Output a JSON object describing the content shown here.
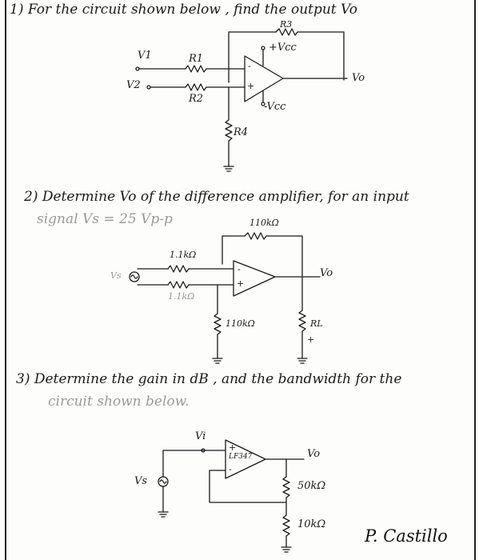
{
  "question1": {
    "heading": "1) For the circuit shown below , find the output Vo",
    "labels": {
      "r3": "R3",
      "vcc_pos": "+Vcc",
      "v1": "V1",
      "r1": "R1",
      "v2": "V2",
      "r2": "R2",
      "inv": "-",
      "noninv": "+",
      "vo": "Vo",
      "vcc_neg": "-Vcc",
      "r4": "R4"
    }
  },
  "question2": {
    "heading": "2) Determine Vo of the difference amplifier, for an input",
    "heading_line2": "signal Vs = 25 Vp-p",
    "labels": {
      "r_feedback": "110kΩ",
      "r_top": "1.1kΩ",
      "r_bottom": "1.1kΩ",
      "vs": "Vs",
      "inv": "-",
      "noninv": "+",
      "vo": "Vo",
      "r_ground": "110kΩ",
      "rl": "RL",
      "rl_plus": "+"
    }
  },
  "question3": {
    "heading": "3) Determine the gain in dB , and the bandwidth for the",
    "heading_line2": "circuit shown below.",
    "labels": {
      "vi": "Vi",
      "opamp": "LF347",
      "vo": "Vo",
      "vs": "Vs",
      "r_top": "50kΩ",
      "r_bottom": "10kΩ",
      "plus": "+",
      "minus": "-"
    }
  },
  "signature": "P. Castillo"
}
